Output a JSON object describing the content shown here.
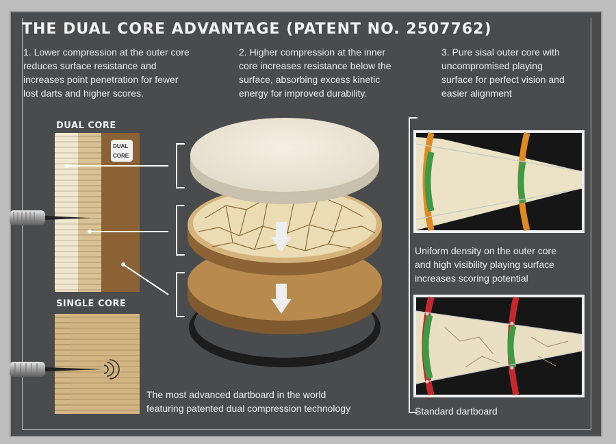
{
  "heading": "THE DUAL CORE ADVANTAGE (PATENT NO. 2507762)",
  "points": [
    {
      "lines": [
        "1. Lower compression at the outer core",
        "reduces surface resistance and",
        "increases point penetration for fewer",
        "lost darts and higher scores."
      ]
    },
    {
      "lines": [
        "2. Higher compression at the inner",
        "core increases resistance below the",
        "surface, absorbing excess kinetic",
        "energy for improved durability."
      ]
    },
    {
      "lines": [
        "3. Pure sisal outer core with",
        "uncompromised playing",
        "surface for perfect vision and",
        "easier alignment"
      ]
    }
  ],
  "dual_core_label": "DUAL CORE",
  "single_core_label": "SINGLE CORE",
  "logo_text": [
    "DUAL",
    "CORE"
  ],
  "uniform_caption": [
    "Uniform density on the outer core",
    "and high visibility playing surface",
    "increases scoring potential"
  ],
  "standard_caption": "Standard dartboard",
  "bottom_caption": [
    "The most advanced dartboard in the world",
    "featuring patented dual compression technology"
  ],
  "colors": {
    "panel": "#4a4b4d",
    "sisal_light": "#efe7d0",
    "sisal_mid": "#cbb07a",
    "sisal_dark": "#8a6236",
    "board_green": "#3e9a45",
    "board_red": "#c8272c",
    "board_orange": "#e08a22",
    "board_black": "#1a1a1a"
  }
}
